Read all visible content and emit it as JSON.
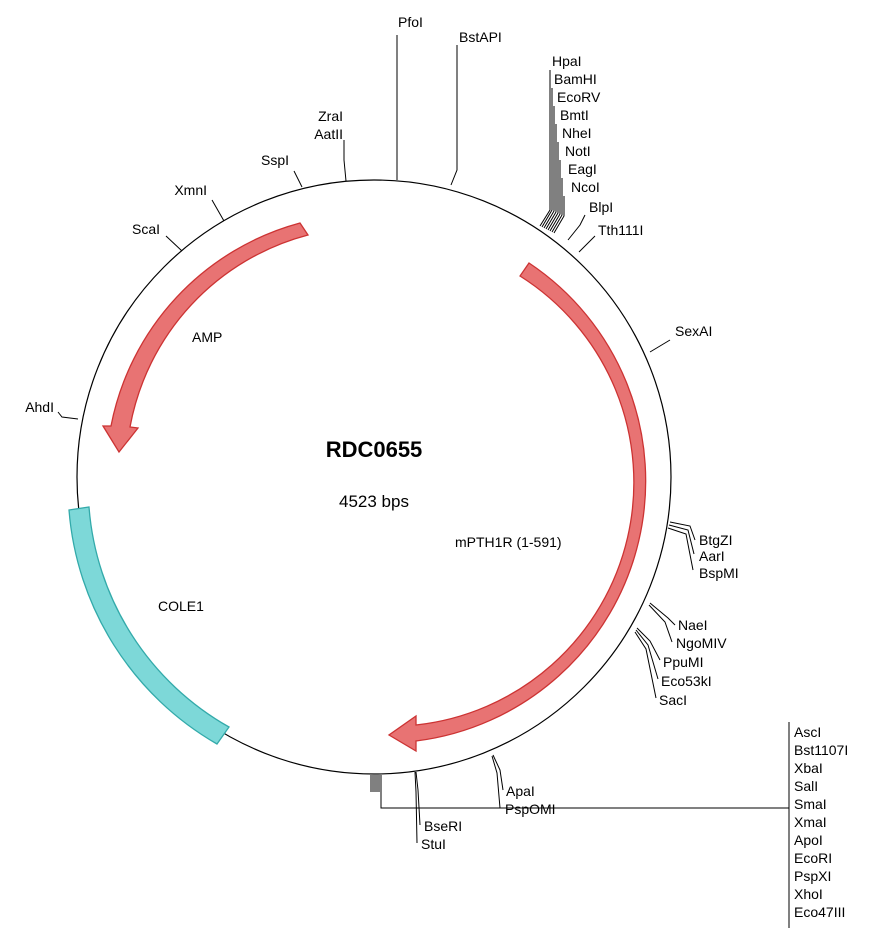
{
  "plasmid": {
    "name": "RDC0655",
    "size_label": "4523 bps"
  },
  "features": {
    "amp": {
      "label": "AMP",
      "color": "#e87373",
      "stroke": "#cc3333"
    },
    "mpth1r": {
      "label": "mPTH1R (1-591)",
      "color": "#e87373",
      "stroke": "#cc3333"
    },
    "cole1": {
      "label": "COLE1",
      "color": "#7dd8d8",
      "stroke": "#33aaaa"
    }
  },
  "sites": {
    "pfoi": "PfoI",
    "bstapi": "BstAPI",
    "hpai": "HpaI",
    "bamhi": "BamHI",
    "ecorv": "EcoRV",
    "bmti": "BmtI",
    "nhei": "NheI",
    "noti": "NotI",
    "eagi": "EagI",
    "ncoi": "NcoI",
    "blpi": "BlpI",
    "tth111i": "Tth111I",
    "sexai": "SexAI",
    "btgzi": "BtgZI",
    "aari": "AarI",
    "bspmi": "BspMI",
    "naei": "NaeI",
    "ngomiv": "NgoMIV",
    "ppumi": "PpuMI",
    "eco53ki": "Eco53kI",
    "saci": "SacI",
    "apai": "ApaI",
    "pspomi": "PspOMI",
    "bseri": "BseRI",
    "stui": "StuI",
    "ahdi": "AhdI",
    "scai": "ScaI",
    "xmni": "XmnI",
    "sspi": "SspI",
    "zrai": "ZraI",
    "aatii": "AatII",
    "mcs": [
      "AscI",
      "Bst1107I",
      "XbaI",
      "SalI",
      "SmaI",
      "XmaI",
      "ApoI",
      "EcoRI",
      "PspXI",
      "XhoI",
      "Eco47III"
    ]
  }
}
